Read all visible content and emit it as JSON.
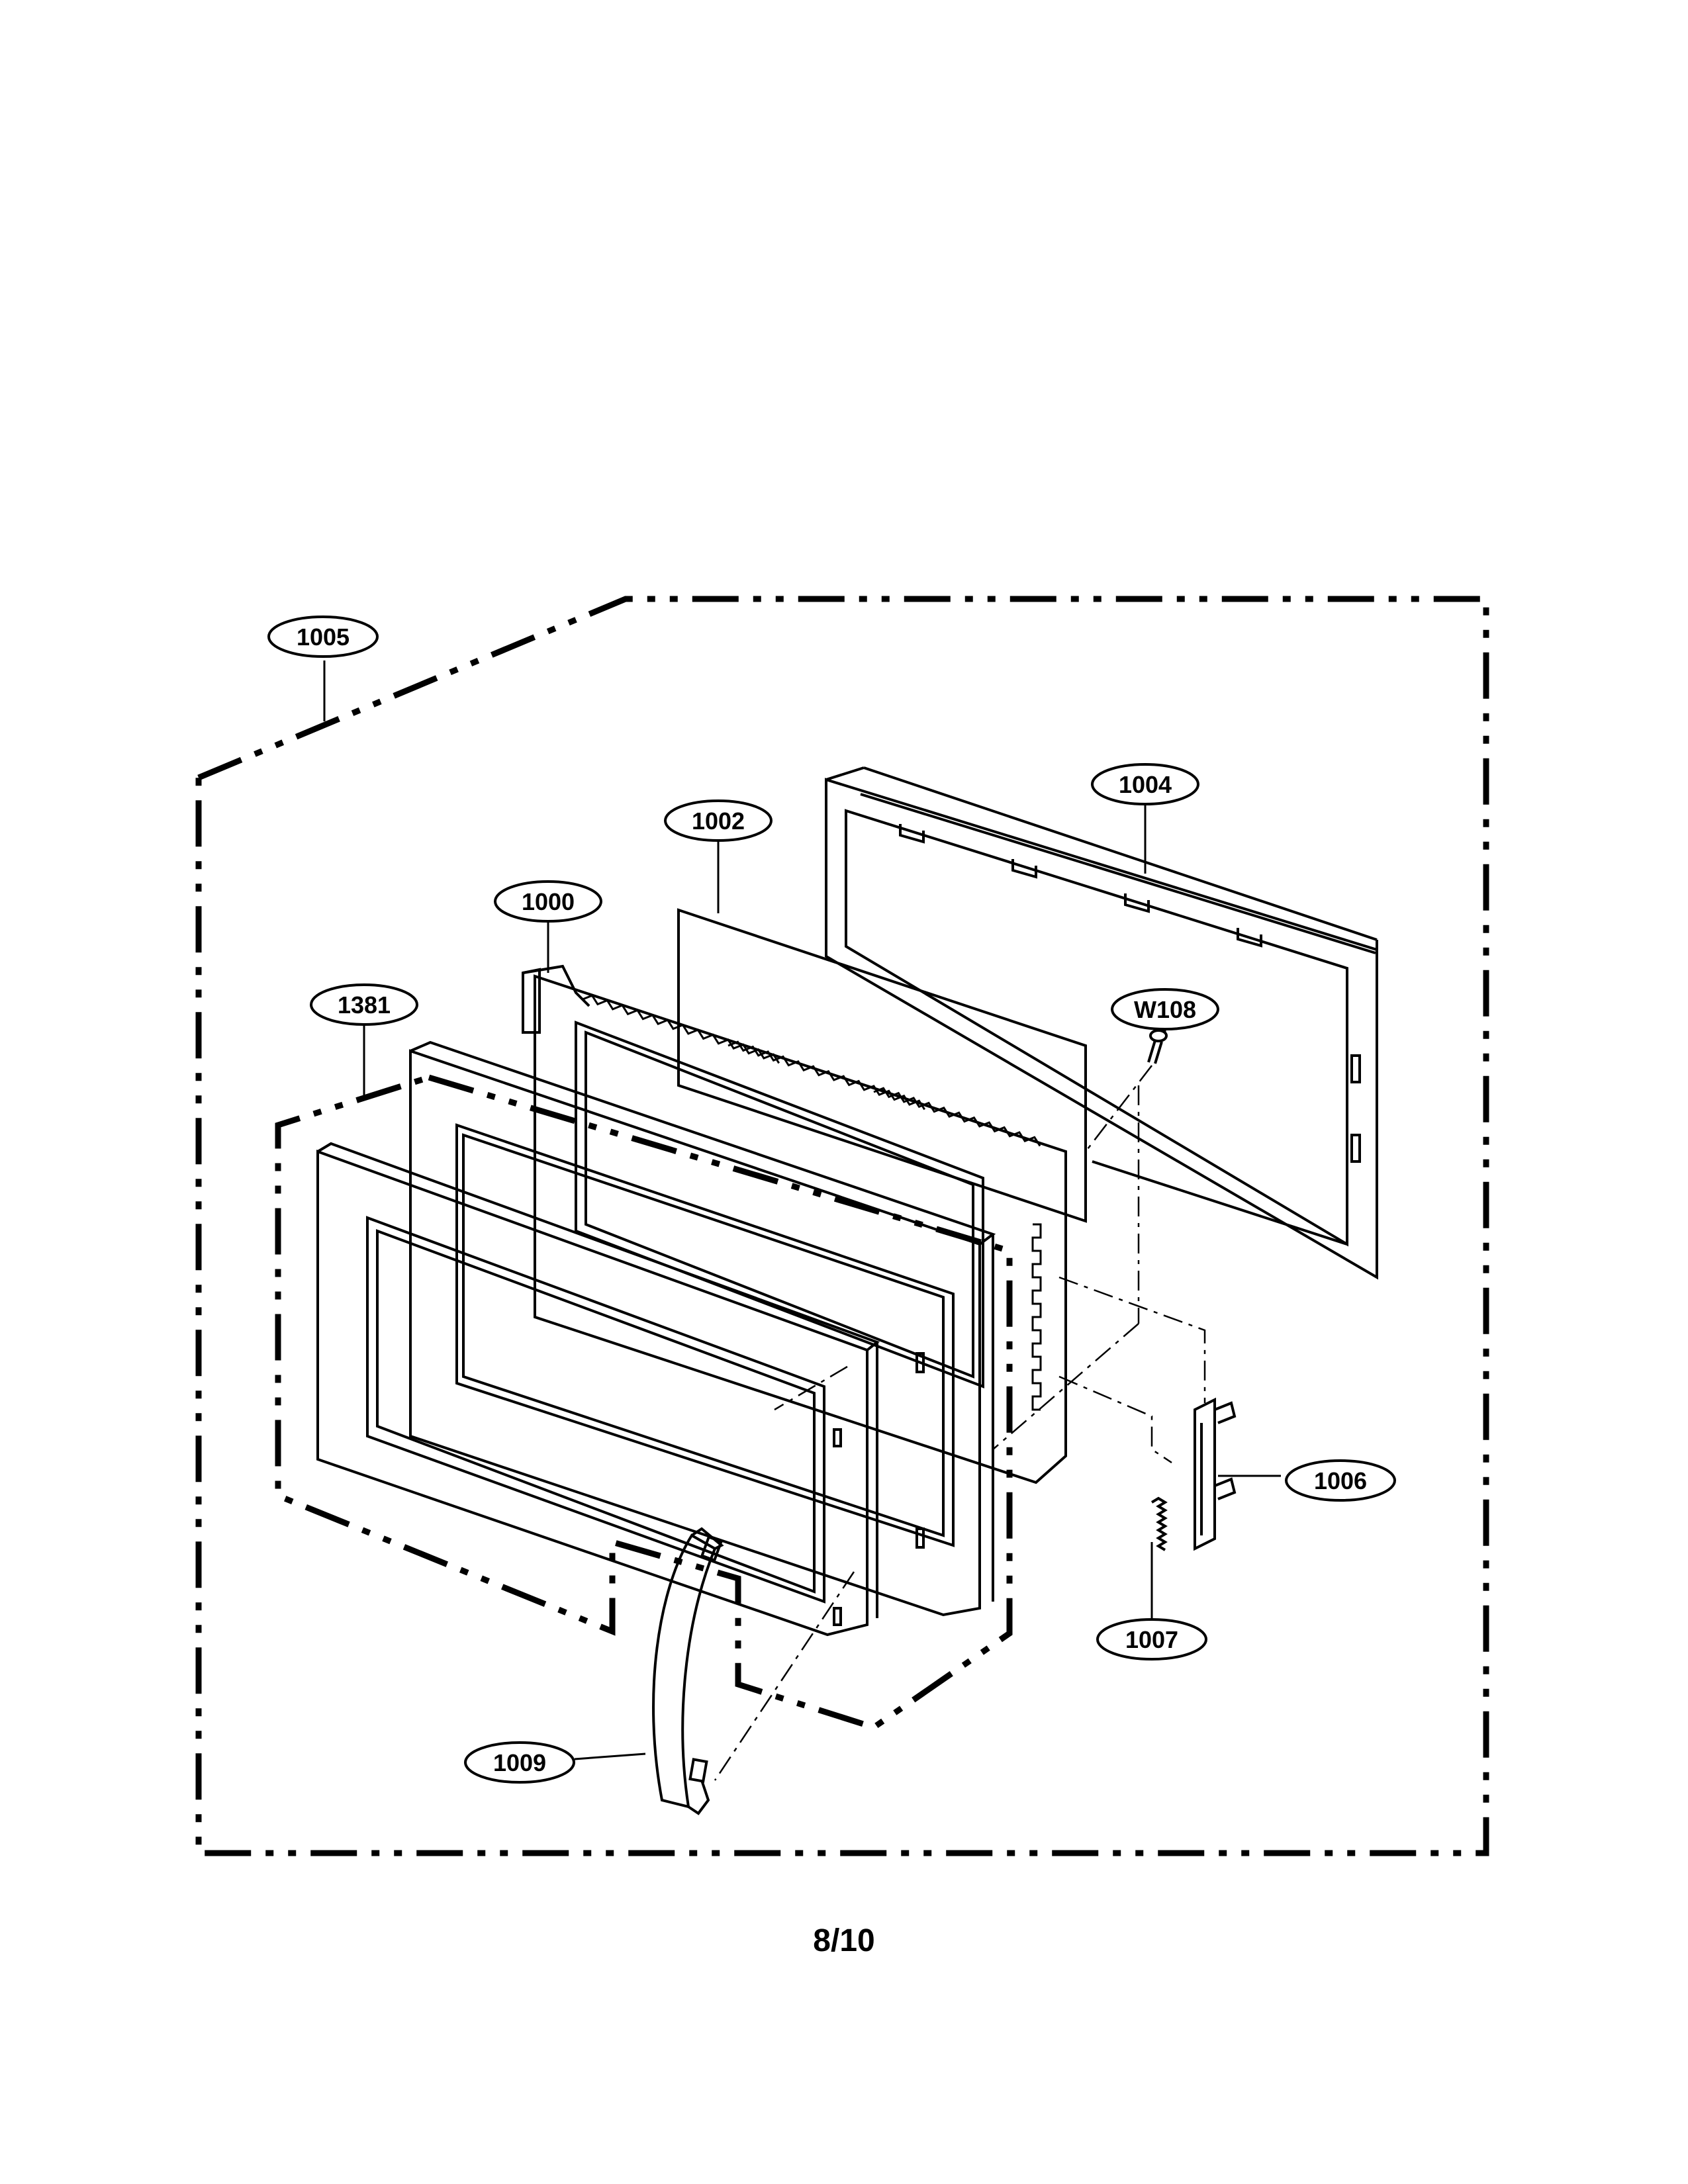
{
  "diagram": {
    "callouts": {
      "c1005": "1005",
      "c1004": "1004",
      "c1002": "1002",
      "c1000": "1000",
      "c1381": "1381",
      "cW108": "W108",
      "c1006": "1006",
      "c1007": "1007",
      "c1009": "1009"
    }
  },
  "page": {
    "number": "8/10"
  },
  "colors": {
    "ink": "#000000",
    "paper": "#ffffff"
  }
}
